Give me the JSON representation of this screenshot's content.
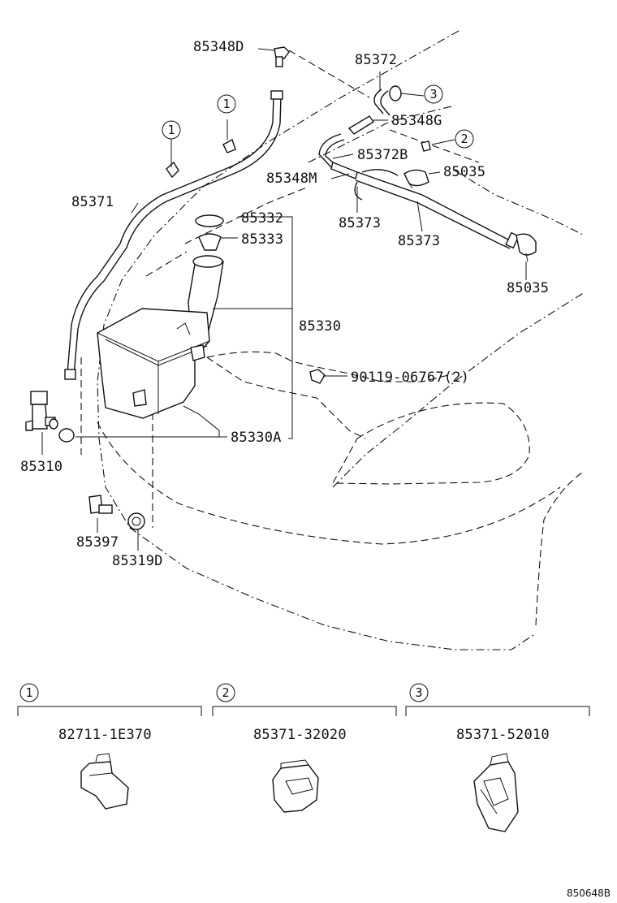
{
  "diagram": {
    "part_labels": {
      "p85348D": "85348D",
      "p85372": "85372",
      "p85348G": "85348G",
      "p85372B": "85372B",
      "p85348M": "85348M",
      "p85035_top": "85035",
      "p85373_a": "85373",
      "p85373_b": "85373",
      "p85035_bottom": "85035",
      "p85371": "85371",
      "p85332": "85332",
      "p85333": "85333",
      "p85330": "85330",
      "p90119": "90119-06767(2)",
      "p85330A": "85330A",
      "p85310": "85310",
      "p85397": "85397",
      "p85319D": "85319D"
    },
    "callouts": {
      "c1": "1",
      "c2": "2",
      "c3": "3"
    },
    "legend": [
      {
        "ref": "1",
        "part_no": "82711-1E370"
      },
      {
        "ref": "2",
        "part_no": "85371-32020"
      },
      {
        "ref": "3",
        "part_no": "85371-52010"
      }
    ],
    "drawing_code": "850648B"
  }
}
